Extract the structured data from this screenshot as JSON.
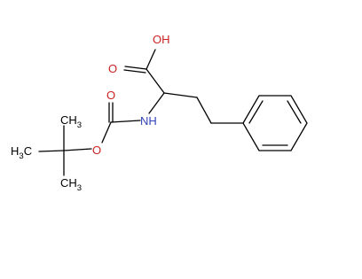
{
  "colors": {
    "bond": "#000000",
    "oxygen": "#cc2222",
    "nitrogen": "#3344bb",
    "carbon_label": "#000000",
    "background": "#ffffff"
  },
  "labels": {
    "carboxyl_oh": "OH",
    "carboxyl_o": "O",
    "amide_nh": "NH",
    "carbonyl_o": "O",
    "ester_o": "O",
    "methyl_top": {
      "c": "CH",
      "sub": "3"
    },
    "methyl_left": {
      "c": "H",
      "sub": "3",
      "c2": "C"
    },
    "methyl_bottom": {
      "c": "CH",
      "sub": "3"
    }
  }
}
